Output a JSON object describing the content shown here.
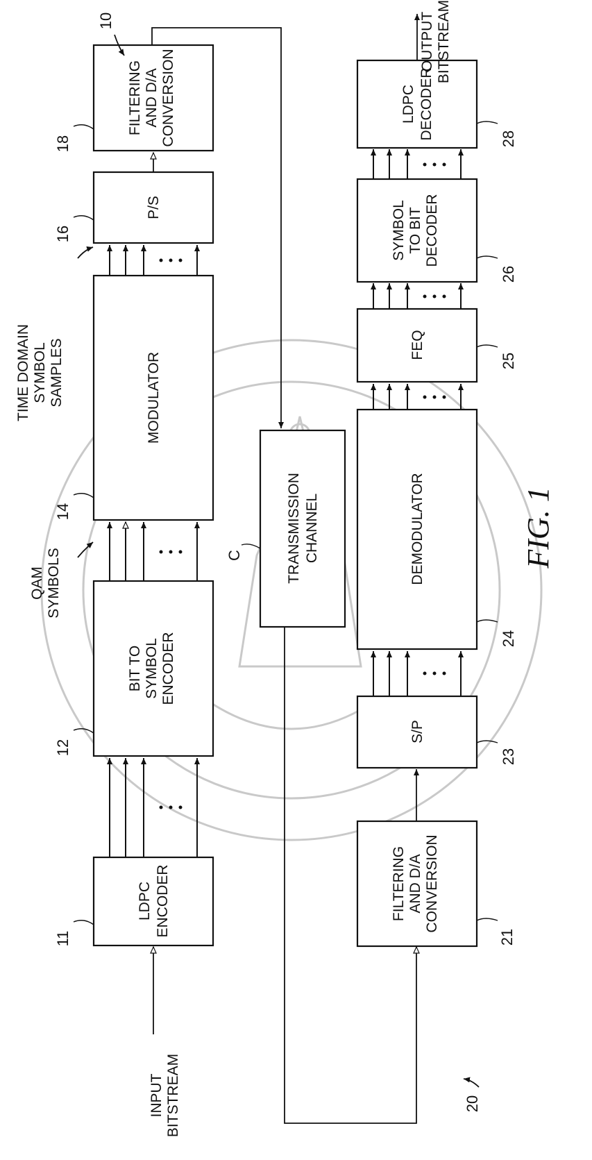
{
  "figure": {
    "ref_transmitter": "10",
    "ref_receiver": "20",
    "caption": "FIG. 1"
  },
  "io": {
    "input_line1": "INPUT",
    "input_line2": "BITSTREAM",
    "output_line1": "OUTPUT",
    "output_line2": "BITSTREAM"
  },
  "signals": {
    "qam_line1": "QAM",
    "qam_line2": "SYMBOLS",
    "time_line1": "TIME DOMAIN",
    "time_line2": "SYMBOL",
    "time_line3": "SAMPLES"
  },
  "blocks": {
    "ldpc_encoder": {
      "ref": "11",
      "line1": "LDPC",
      "line2": "ENCODER"
    },
    "bit_to_symbol": {
      "ref": "12",
      "line1": "BIT TO",
      "line2": "SYMBOL",
      "line3": "ENCODER"
    },
    "modulator": {
      "ref": "14",
      "line1": "MODULATOR"
    },
    "ps": {
      "ref": "16",
      "line1": "P/S"
    },
    "filter_tx": {
      "ref": "18",
      "line1": "FILTERING",
      "line2": "AND D/A",
      "line3": "CONVERSION"
    },
    "channel": {
      "ref": "C",
      "line1": "TRANSMISSION",
      "line2": "CHANNEL"
    },
    "filter_rx": {
      "ref": "21",
      "line1": "FILTERING",
      "line2": "AND D/A",
      "line3": "CONVERSION"
    },
    "sp": {
      "ref": "23",
      "line1": "S/P"
    },
    "demodulator": {
      "ref": "24",
      "line1": "DEMODULATOR"
    },
    "feq": {
      "ref": "25",
      "line1": "FEQ"
    },
    "symbol_to_bit": {
      "ref": "26",
      "line1": "SYMBOL",
      "line2": "TO BIT",
      "line3": "DECODER"
    },
    "ldpc_decoder": {
      "ref": "28",
      "line1": "LDPC",
      "line2": "DECODER"
    }
  }
}
